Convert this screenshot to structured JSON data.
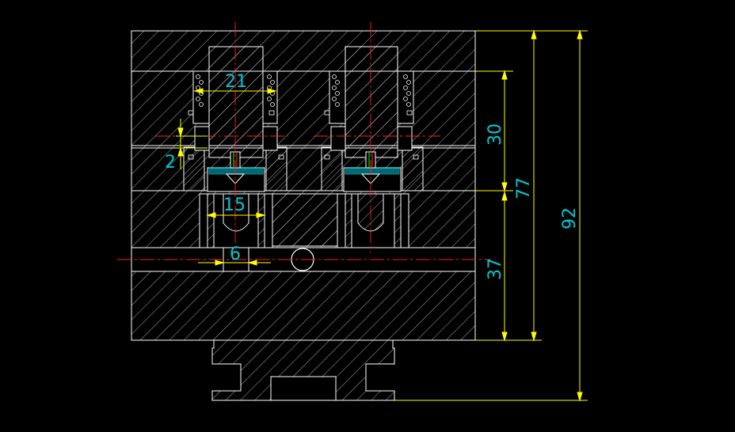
{
  "drawing": {
    "background": "#000000",
    "colors": {
      "outline": "#ffffff",
      "hatch": "#ffffff",
      "dimension": "#ffff00",
      "dimension_text": "#00c8d4",
      "centerline": "#ff2020",
      "detail": "#00ffff",
      "accent_green": "#00ff00",
      "arrow": "#ffff00"
    },
    "dimensions": {
      "d21": "21",
      "d2": "2",
      "d15": "15",
      "d6": "6",
      "d30": "30",
      "d77": "77",
      "d37": "37",
      "d92": "92"
    }
  }
}
